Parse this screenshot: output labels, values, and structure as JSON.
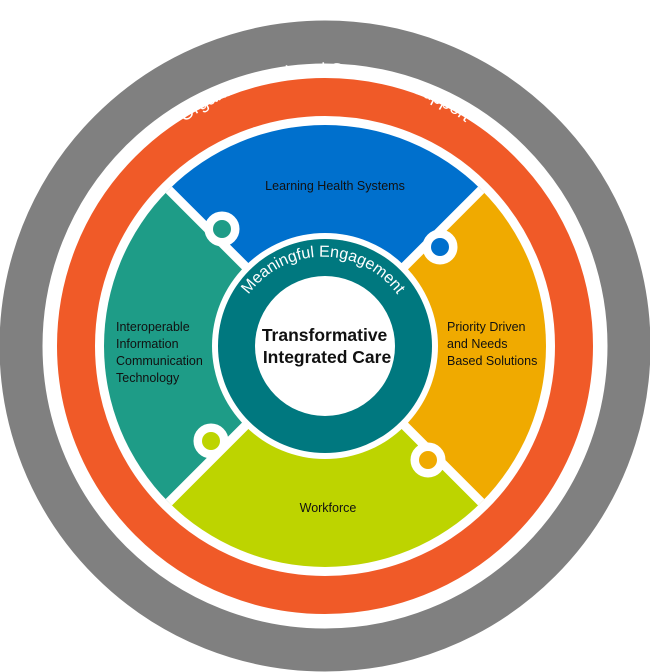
{
  "diagram": {
    "title": "Transformative Integrated Care framework",
    "outer_ring": {
      "label": "Policy, Societal and Economic Context",
      "color": "#808080"
    },
    "second_ring": {
      "label": "Organizational and Structural Support",
      "color": "#F05A28"
    },
    "puzzle_pieces": [
      {
        "id": "top",
        "label_lines": [
          "Learning Health Systems"
        ],
        "color": "#0070CD"
      },
      {
        "id": "right",
        "label_lines": [
          "Priority Driven",
          "and Needs",
          "Based Solutions"
        ],
        "color": "#F0AA00"
      },
      {
        "id": "bottom",
        "label_lines": [
          "Workforce"
        ],
        "color": "#BDD400"
      },
      {
        "id": "left",
        "label_lines": [
          "Interoperable",
          "Information",
          "Communication",
          "Technology"
        ],
        "color": "#1E9C87"
      }
    ],
    "inner_ring": {
      "label": "Meaningful Engagement",
      "color": "#00787F"
    },
    "core": {
      "label_lines": [
        "Transformative",
        "Integrated Care"
      ],
      "color": "#FFFFFF"
    }
  }
}
